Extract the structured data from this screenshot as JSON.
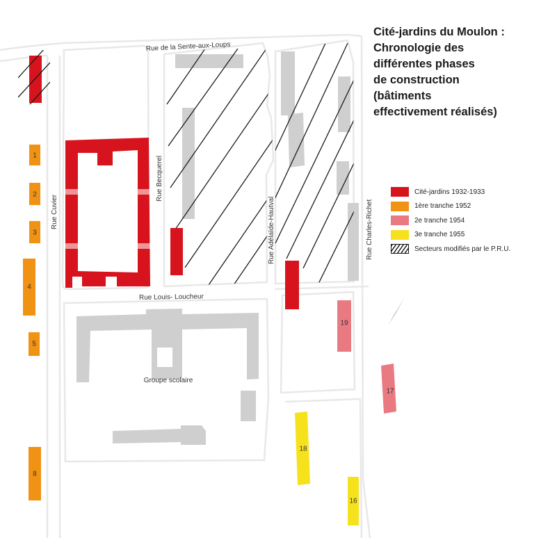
{
  "title_lines": [
    "Cité-jardins du Moulon :",
    "Chronologie des",
    "différentes phases",
    "de construction",
    "(bâtiments",
    "effectivement réalisés)"
  ],
  "streets": {
    "sente_aux_loups": "Rue de la Sente-aux-Loups",
    "cuvier": "Rue Cuvier",
    "becquerel": "Rue  Becquerel",
    "adelaide": "Rue Adélaïde-Hautval",
    "charles_richet": "Rue Charles-Richet",
    "loucheur": "Rue Louis- Loucheur"
  },
  "school_label": "Groupe scolaire",
  "legend": [
    {
      "label": "Cité-jardins 1932-1933",
      "color": "#d7141e",
      "pattern": "solid"
    },
    {
      "label": "1ère tranche 1952",
      "color": "#f09214",
      "pattern": "solid"
    },
    {
      "label": "2e tranche 1954",
      "color": "#ea7a82",
      "pattern": "solid"
    },
    {
      "label": "3e tranche 1955",
      "color": "#f6e21c",
      "pattern": "solid"
    },
    {
      "label": "Secteurs modifiés par le P.R.U.",
      "color": "#111111",
      "pattern": "hatch"
    }
  ],
  "building_numbers": {
    "b1": "1",
    "b2": "2",
    "b3": "3",
    "b4": "4",
    "b5": "5",
    "b8": "8",
    "b16": "16",
    "b17": "17",
    "b18": "18",
    "b19": "19"
  },
  "colors": {
    "red": "#d7141e",
    "orange": "#f09214",
    "pink": "#ea7a82",
    "yellow": "#f6e21c",
    "grey": "#cfcfcf",
    "road": "#e8e8e8"
  },
  "north_arrow": "north-arrow-icon"
}
